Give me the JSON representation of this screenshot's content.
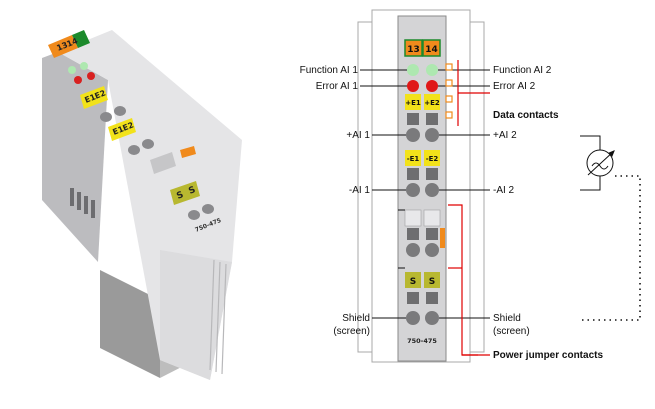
{
  "photo": {
    "markers": {
      "m13": "13",
      "m14": "14",
      "e1": "E1",
      "e2": "E2",
      "neg_e1": "E1",
      "neg_e2": "E2",
      "s1": "S",
      "s2": "S"
    },
    "model": "750-475"
  },
  "schematic": {
    "markers": {
      "m13": "13",
      "m14": "14",
      "pe1": "+E1",
      "pe2": "+E2",
      "ne1": "-E1",
      "ne2": "-E2",
      "s1": "S",
      "s2": "S"
    },
    "model": "750-475"
  },
  "labels": {
    "function_ai1": "Function AI 1",
    "error_ai1": "Error AI 1",
    "function_ai2": "Function AI 2",
    "error_ai2": "Error AI 2",
    "data_contacts": "Data contacts",
    "plus_ai1": "+AI 1",
    "plus_ai2": "+AI 2",
    "minus_ai1": "-AI 1",
    "minus_ai2": "-AI 2",
    "shield_left_1": "Shield",
    "shield_left_2": "(screen)",
    "shield_right_1": "Shield",
    "shield_right_2": "(screen)",
    "power_jumper": "Power jumper contacts"
  },
  "colors": {
    "orange_marker": "#f08a1c",
    "yellow_marker": "#f2e21a",
    "olive_marker": "#b8b830",
    "led_green": "#aee8b0",
    "led_red": "#e01818",
    "red_bracket": "#e00000",
    "housing_grey": "#d4d4d6"
  }
}
